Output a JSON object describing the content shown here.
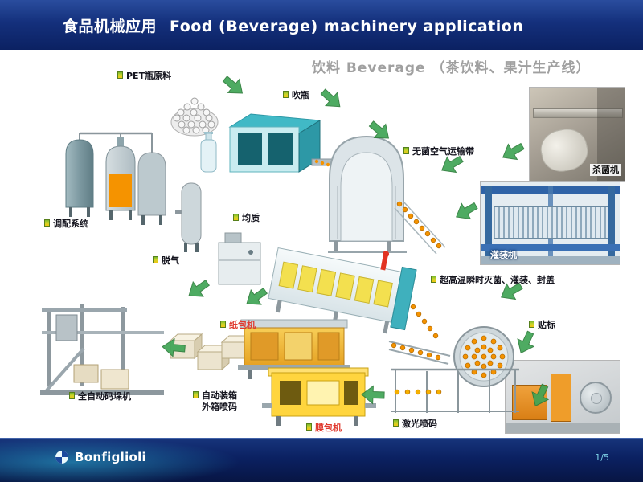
{
  "header": {
    "title_zh": "食品机械应用",
    "title_en": "Food (Beverage) machinery application"
  },
  "subtitle": "饮料 Beverage （茶饮料、果汁生产线）",
  "labels": {
    "pet_material": "PET瓶原料",
    "blow_bottle": "吹瓶",
    "sterile_air_conveyor": "无菌空气运输带",
    "blending_system": "调配系统",
    "homogenizer": "均质",
    "degasser": "脱气",
    "sterilizer": "杀菌机",
    "filler": "灌装机",
    "uht_fill_cap": "超高温瞬时灭菌、灌装、封盖",
    "labeling": "贴标",
    "paper_packer": "纸包机",
    "palletizer": "全自动码垛机",
    "auto_boxing": "自动装箱",
    "carton_coding": "外箱喷码",
    "film_wrapper": "膜包机",
    "laser_coder": "激光喷码"
  },
  "footer": {
    "brand": "Bonfiglioli",
    "page": "1/5"
  },
  "colors": {
    "header_bg": "#14307c",
    "arrow_green": "#3fa455",
    "machine_teal": "#41b9c6",
    "window_yellow": "#f3e04f",
    "bottle_orange": "#f59300",
    "highlight_red": "#e03a2f",
    "footer_cyan": "#7fd4e8"
  }
}
